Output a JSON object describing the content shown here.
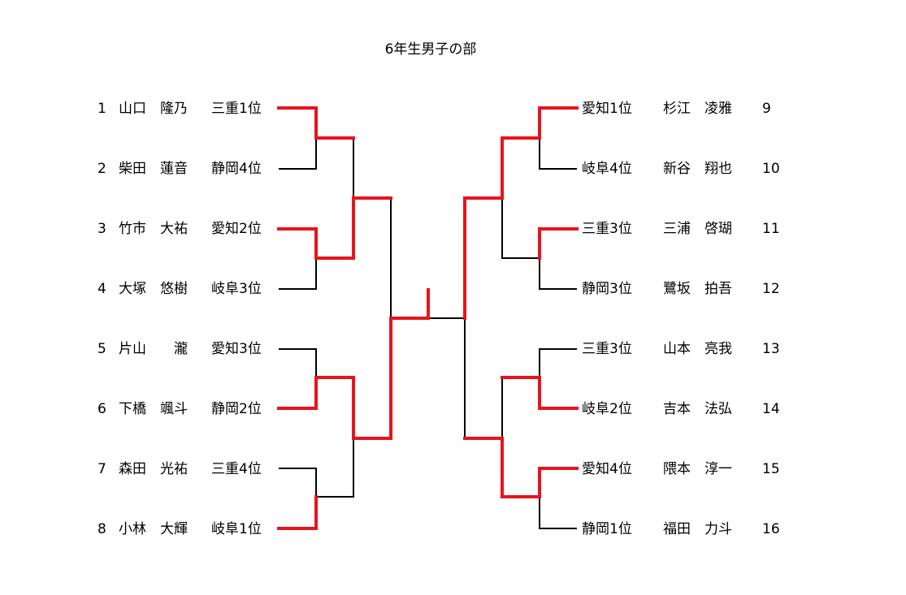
{
  "title": "6年生男子の部",
  "left_entries": [
    {
      "num": "1",
      "name": "山口　隆乃",
      "rank": "三重1位"
    },
    {
      "num": "2",
      "name": "柴田　蓮音",
      "rank": "静岡4位"
    },
    {
      "num": "3",
      "name": "竹市　大祐",
      "rank": "愛知2位"
    },
    {
      "num": "4",
      "name": "大塚　悠樹",
      "rank": "岐阜3位"
    },
    {
      "num": "5",
      "name": "片山　　瀧",
      "rank": "愛知3位"
    },
    {
      "num": "6",
      "name": "下橋　颯斗",
      "rank": "静岡2位"
    },
    {
      "num": "7",
      "name": "森田　光祐",
      "rank": "三重4位"
    },
    {
      "num": "8",
      "name": "小林　大輝",
      "rank": "岐阜1位"
    }
  ],
  "right_entries": [
    {
      "num": "9",
      "name": "杉江　凌雅",
      "rank": "愛知1位"
    },
    {
      "num": "10",
      "name": "新谷　翔也",
      "rank": "岐阜4位"
    },
    {
      "num": "11",
      "name": "三浦　啓瑚",
      "rank": "三重3位"
    },
    {
      "num": "12",
      "name": "鷺坂　拍吾",
      "rank": "静岡3位"
    },
    {
      "num": "13",
      "name": "山本　亮我",
      "rank": "三重3位"
    },
    {
      "num": "14",
      "name": "吉本　法弘",
      "rank": "岐阜2位"
    },
    {
      "num": "15",
      "name": "隈本　淳一",
      "rank": "愛知4位"
    },
    {
      "num": "16",
      "name": "福田　力斗",
      "rank": "静岡1位"
    }
  ],
  "colors": {
    "winner_line": "#e8141b",
    "line": "#000000"
  }
}
